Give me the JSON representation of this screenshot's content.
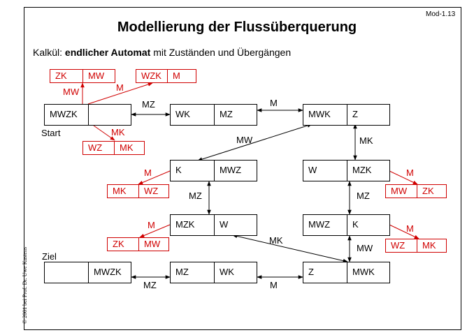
{
  "slide_id": "Mod-1.13",
  "title": "Modellierung der Flussüberquerung",
  "subtitle": {
    "prefix": "Kalkül: ",
    "bold": "endlicher Automat",
    "suffix": " mit Zuständen und Übergängen"
  },
  "copyright": "© 2001 bei Prof. Dr. Uwe Kastens",
  "labels": {
    "start": "Start",
    "goal": "Ziel"
  },
  "states": {
    "s_mwzk": {
      "left": "MWZK",
      "right": ""
    },
    "s_wk": {
      "left": "WK",
      "right": "MZ"
    },
    "s_mwk": {
      "left": "MWK",
      "right": "Z"
    },
    "s_k": {
      "left": "K",
      "right": "MWZ"
    },
    "s_w": {
      "left": "W",
      "right": "MZK"
    },
    "s_mzk": {
      "left": "MZK",
      "right": "W"
    },
    "s_mwz": {
      "left": "MWZ",
      "right": "K"
    },
    "s_goal": {
      "left": "",
      "right": "MWZK"
    },
    "s_mz": {
      "left": "MZ",
      "right": "WK"
    },
    "s_z": {
      "left": "Z",
      "right": "MWK"
    }
  },
  "fail_states": {
    "f_zk": {
      "left": "ZK",
      "right": "MW"
    },
    "f_wzk": {
      "left": "WZK",
      "right": "M"
    },
    "f_wz1": {
      "left": "WZ",
      "right": "MK"
    },
    "f_mk": {
      "left": "MK",
      "right": "WZ"
    },
    "f_mw": {
      "left": "MW",
      "right": "ZK"
    },
    "f_zk2": {
      "left": "ZK",
      "right": "MW"
    },
    "f_wz2": {
      "left": "WZ",
      "right": "MK"
    }
  },
  "transitions": {
    "t_start_wk": "MZ",
    "t_wk_mwk": "M",
    "t_mwk_k": "MW",
    "t_mwk_w": "MK",
    "t_k_mzk": "MZ",
    "t_w_mwz": "MZ",
    "t_mzk_z": "MK",
    "t_mwz_z": "MW",
    "t_goal_mz": "MZ",
    "t_mz_z": "M"
  },
  "fail_transitions": {
    "ft_mw": "MW",
    "ft_m1": "M",
    "ft_mk": "MK",
    "ft_m_k": "M",
    "ft_m_w": "M",
    "ft_m_mzk": "M",
    "ft_m_mwz": "M"
  },
  "colors": {
    "state_border": "#000000",
    "fail": "#d00000"
  }
}
